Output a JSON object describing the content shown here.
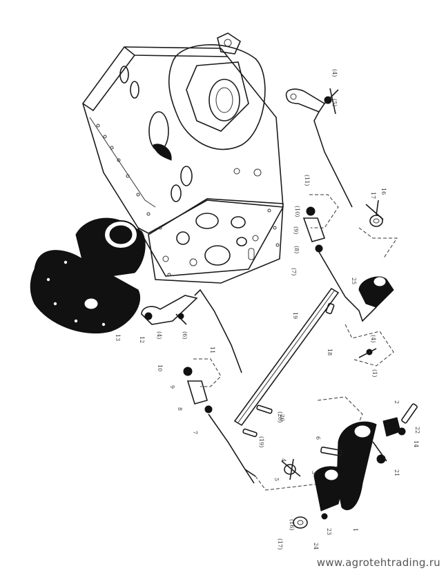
{
  "diagram": {
    "labels": [
      "(4)",
      "(5)",
      "(11)",
      "16",
      "17",
      "(10)",
      "(9)",
      "(8)",
      "(7)",
      "25",
      "19",
      "18",
      "(4)",
      "(1)",
      "13",
      "12",
      "(4)",
      "(6)",
      "11",
      "10",
      "9",
      "8",
      "7",
      "(20)",
      "(19)",
      "20",
      "6",
      "5",
      "4",
      "3",
      "(16)",
      "(17)",
      "24",
      "23",
      "1",
      "2",
      "22",
      "14",
      "21"
    ]
  },
  "footer": {
    "site": "www.agrotehtrading.ru"
  }
}
